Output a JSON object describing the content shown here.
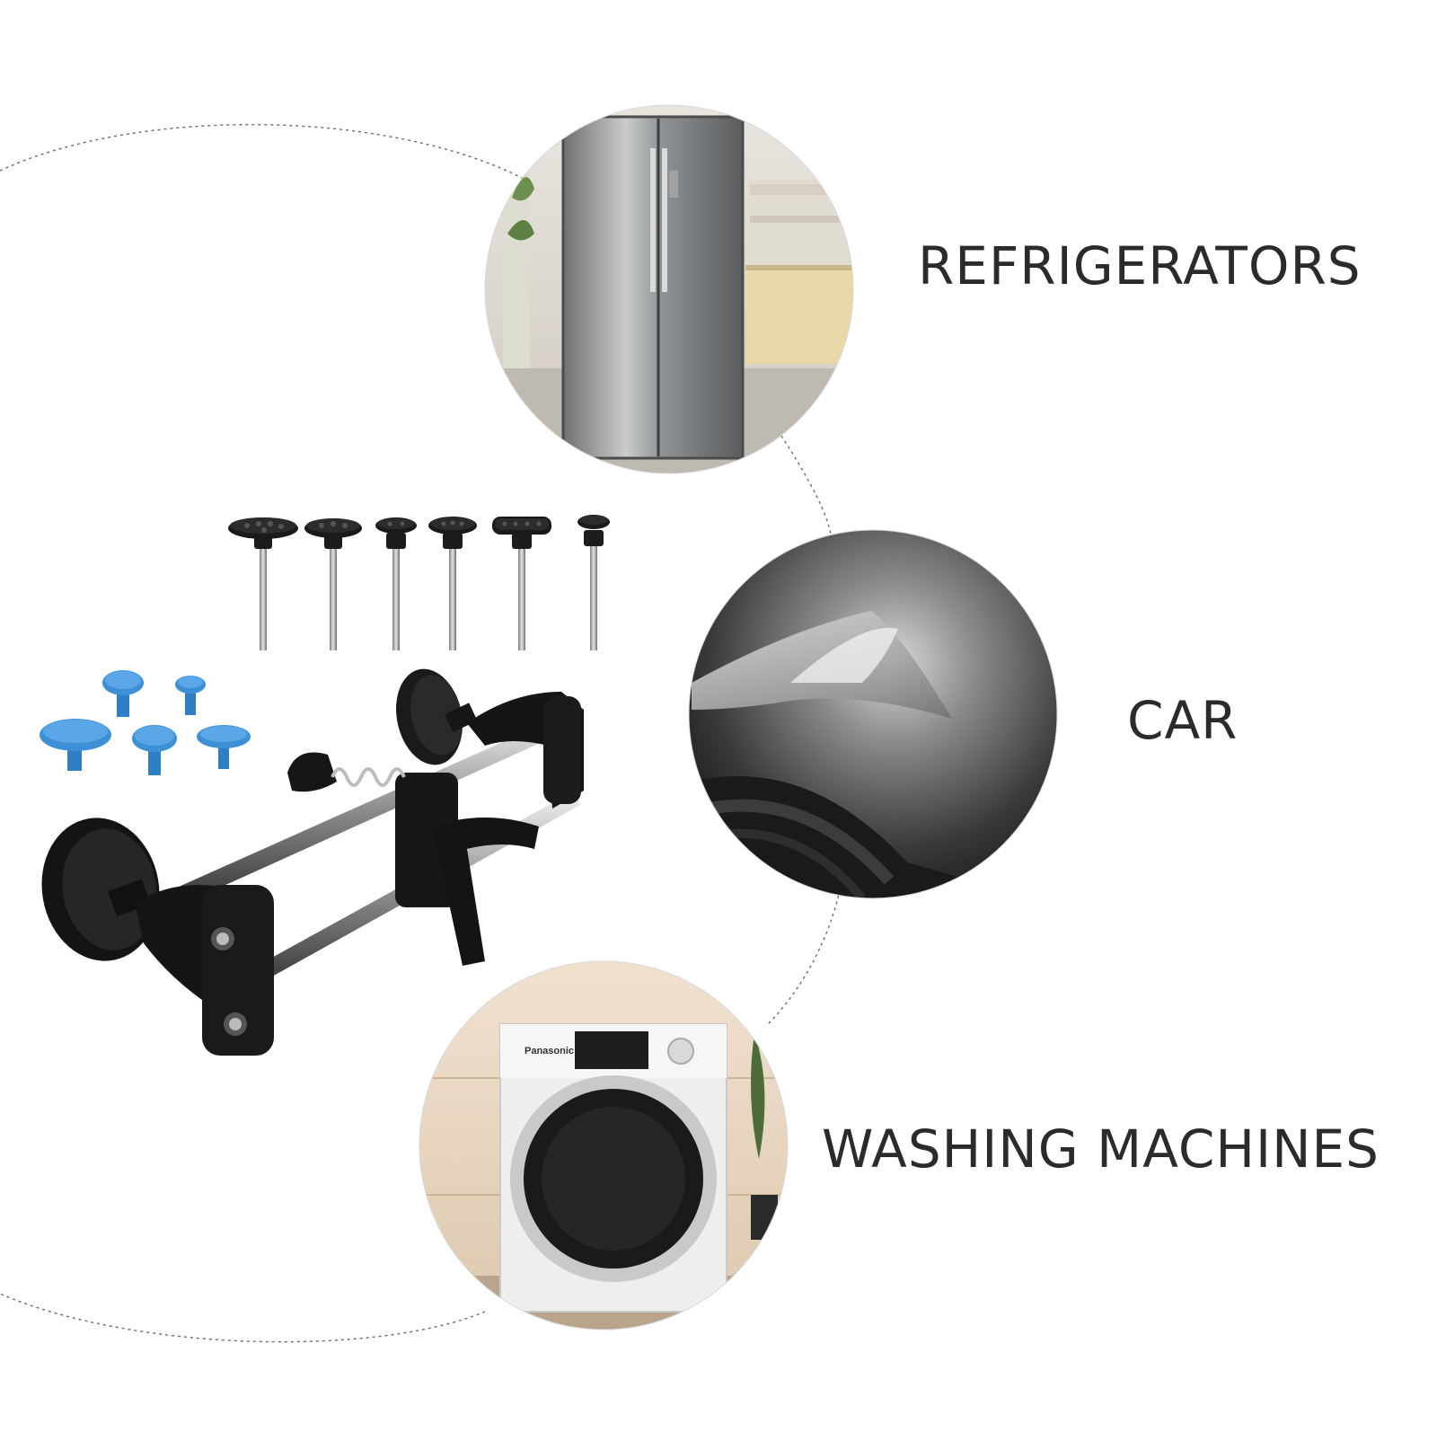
{
  "labels": {
    "refrigerators": "REFRIGERATORS",
    "car": "CAR",
    "washing_machines": "WASHING MACHINES"
  },
  "washer_brand": "Panasonic",
  "colors": {
    "background": "#ffffff",
    "text": "#2b2b2b",
    "adapter_blue": "#3d8fd6",
    "tool_black": "#151515",
    "dotted_line": "#6a6a6a"
  }
}
